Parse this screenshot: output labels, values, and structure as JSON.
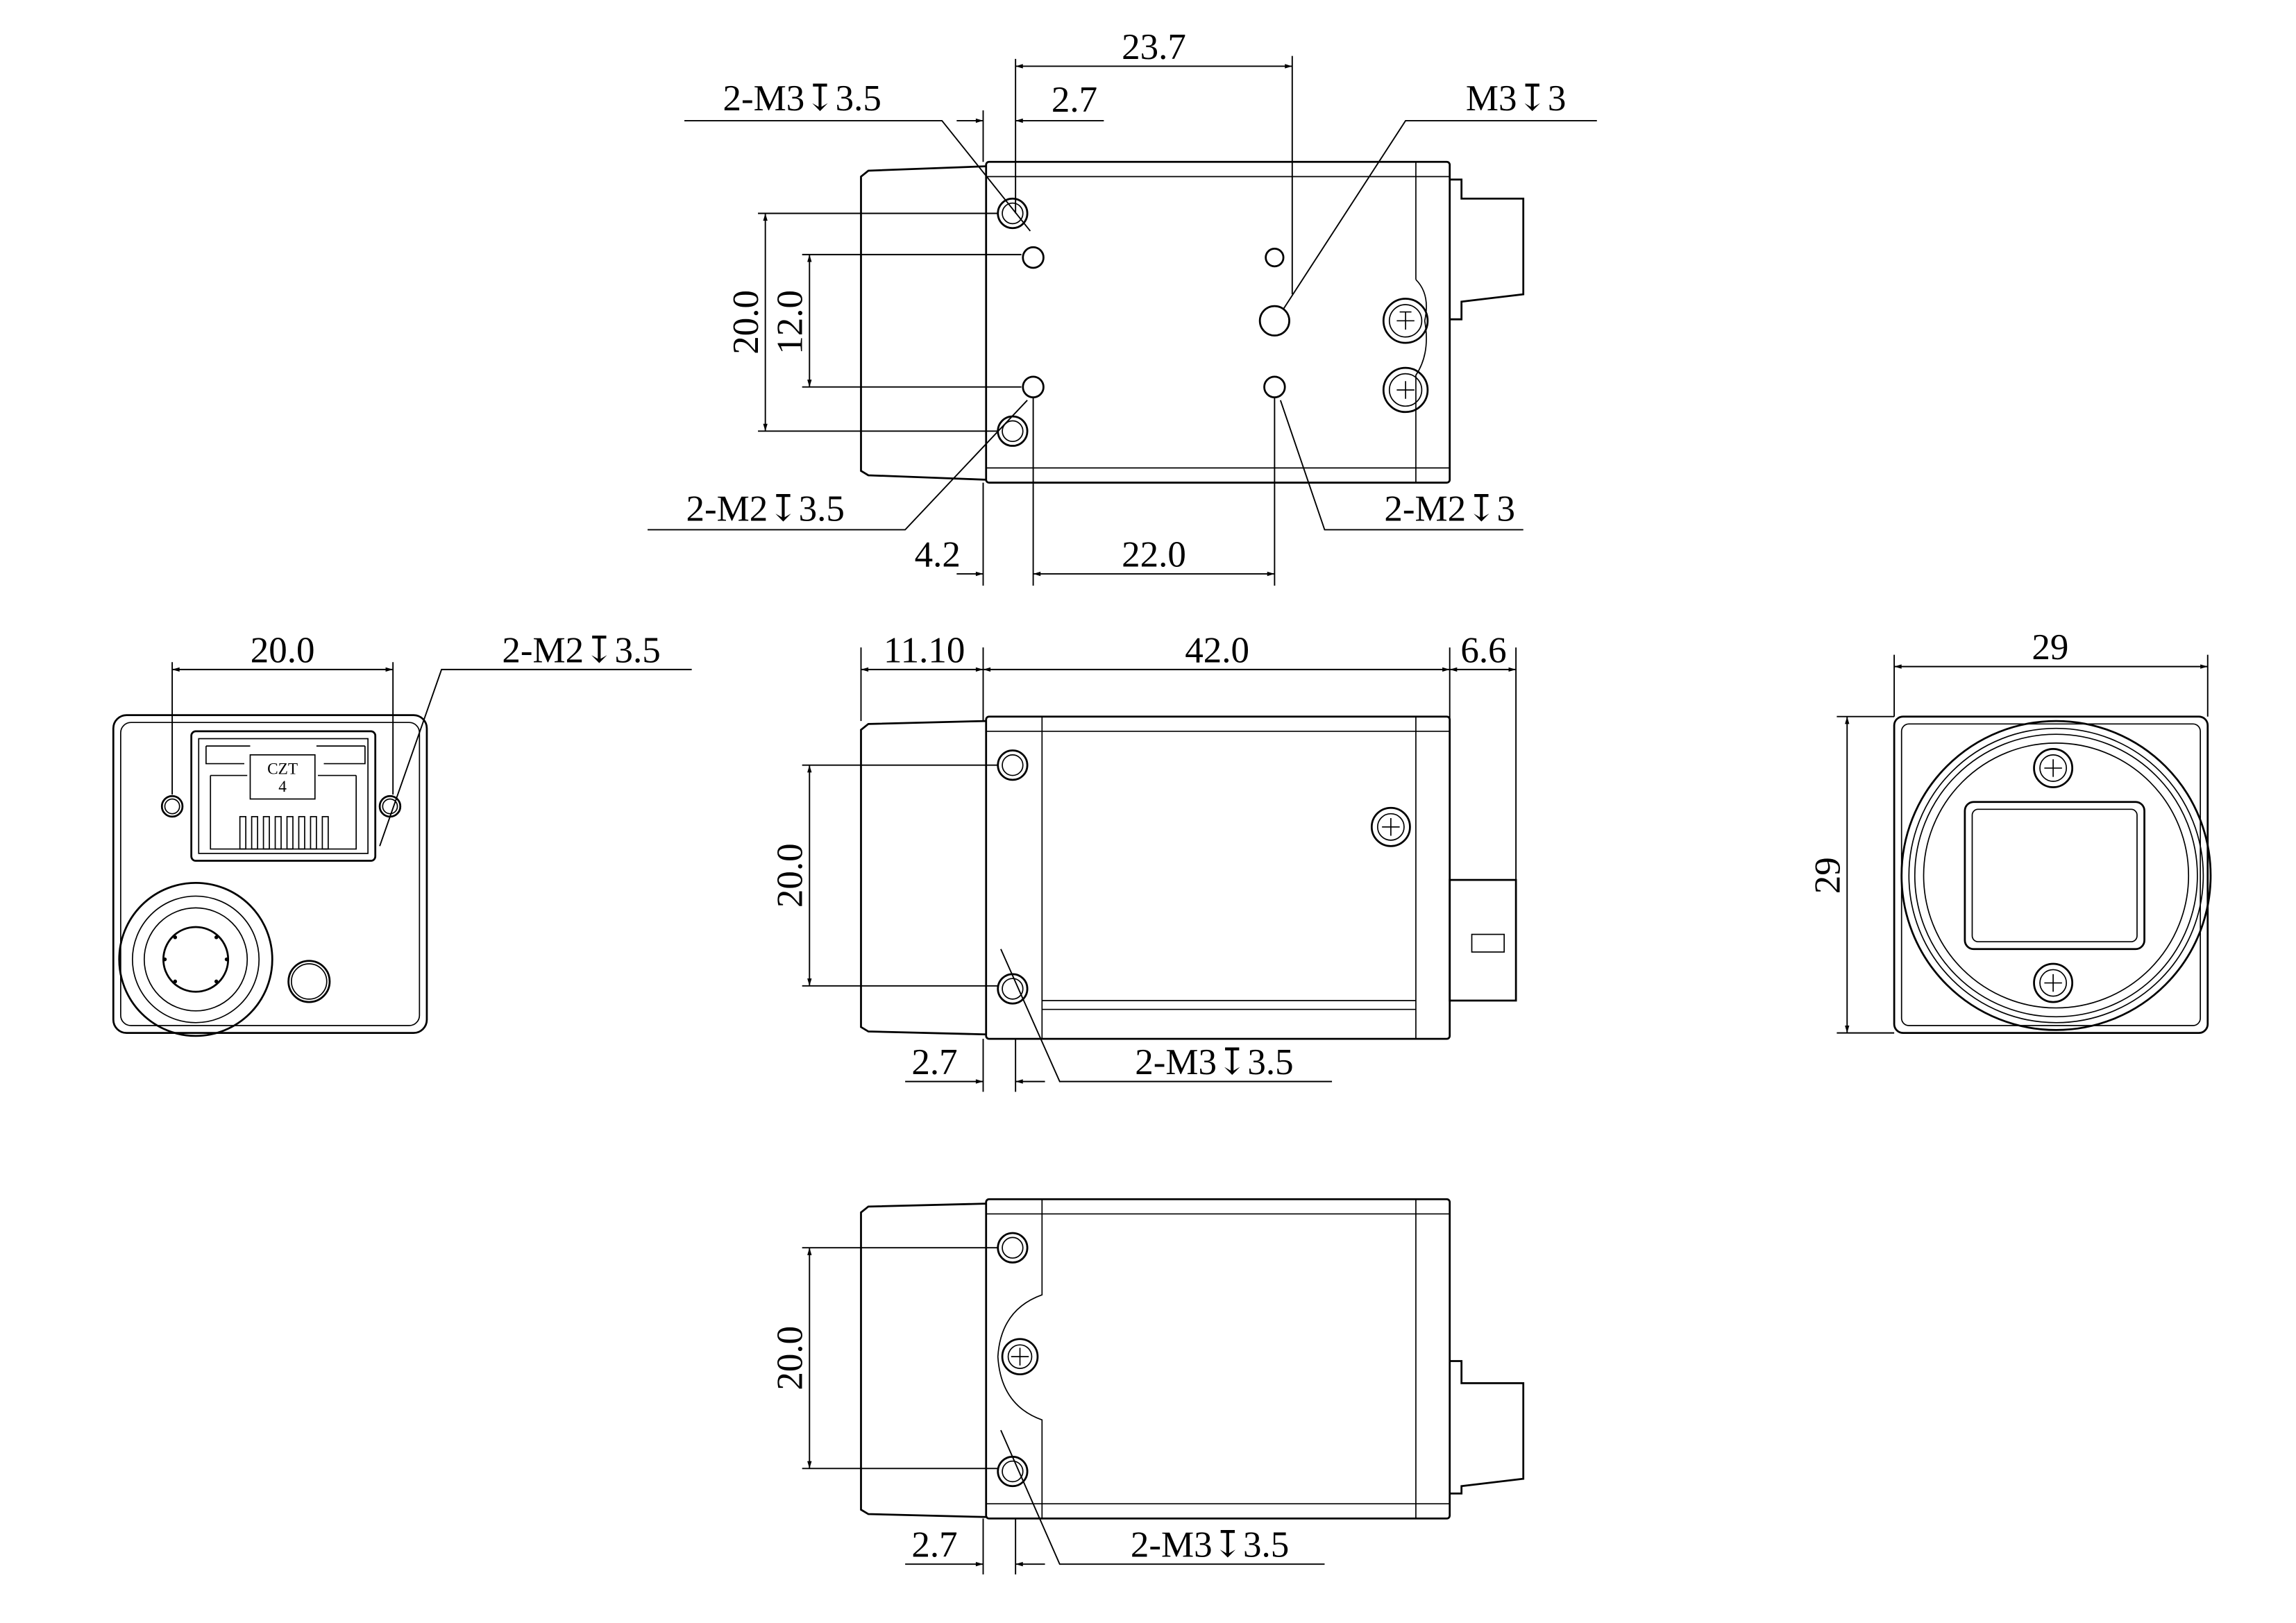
{
  "drawing": {
    "top_view": {
      "dim_overall_hole": "23.7",
      "dim_hole_offset": "2.7",
      "dim_vertical_outer": "20.0",
      "dim_vertical_inner": "12.0",
      "dim_bottom_left": "4.2",
      "dim_bottom_span": "22.0",
      "callout_m3_left": "2-M3↧3.5",
      "callout_m3_right": "M3↧3",
      "callout_m2_left": "2-M2↧3.5",
      "callout_m2_right": "2-M2↧3"
    },
    "rear_view": {
      "dim_hole_span": "20.0",
      "callout_m2": "2-M2↧3.5",
      "connector_label_line1": "CZT",
      "connector_label_line2": "4"
    },
    "side_view": {
      "dim_lens": "11.10",
      "dim_body": "42.0",
      "dim_connector": "6.6",
      "dim_vertical": "20.0",
      "dim_hole_offset": "2.7",
      "callout_m3": "2-M3↧3.5"
    },
    "bottom_view": {
      "dim_vertical": "20.0",
      "dim_hole_offset": "2.7",
      "callout_m3": "2-M3↧3.5"
    },
    "front_view": {
      "dim_width": "29",
      "dim_height": "29"
    }
  }
}
